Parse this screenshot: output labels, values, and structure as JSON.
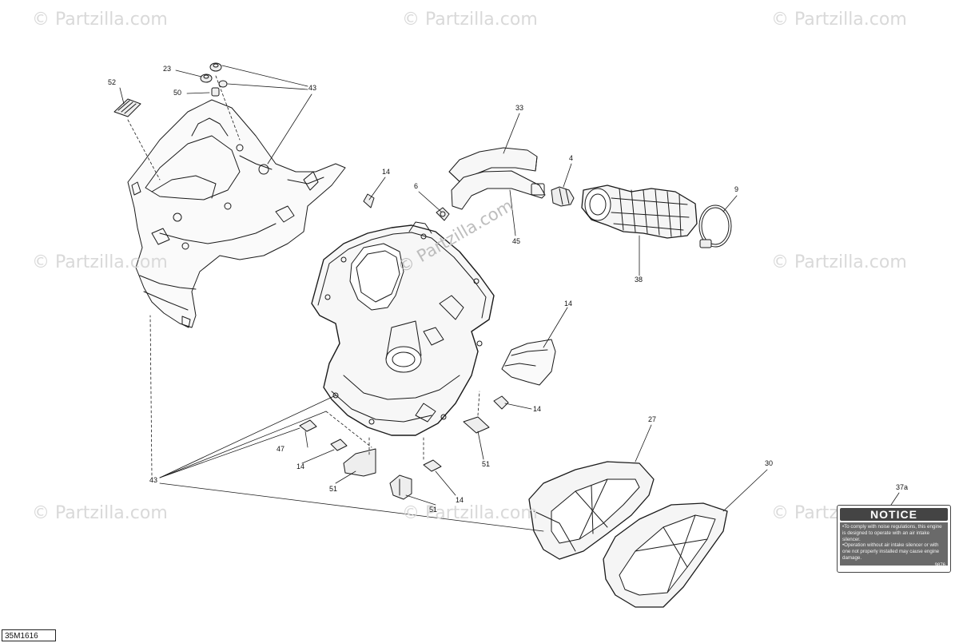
{
  "diagram_code": "35M1616",
  "watermark": "© Partzilla.com",
  "watermark_center": "© Partzilla.com",
  "callouts": [
    "52",
    "23",
    "50",
    "43",
    "33",
    "14",
    "6",
    "4",
    "45",
    "9",
    "38",
    "14",
    "14",
    "47",
    "14",
    "51",
    "51",
    "43",
    "27",
    "30",
    "51",
    "14",
    "37a"
  ],
  "notice": {
    "title": "NOTICE",
    "line1": "•To comply with noise regulations, this engine is designed to operate with an air intake silencer.",
    "line2": "•Operation without air intake silencer or with one not properly installed may cause engine damage.",
    "code": "9876"
  },
  "colors": {
    "stroke": "#1a1a1a",
    "watermark": "#d9d9d9",
    "notice_bg": "#6a6a6a"
  }
}
